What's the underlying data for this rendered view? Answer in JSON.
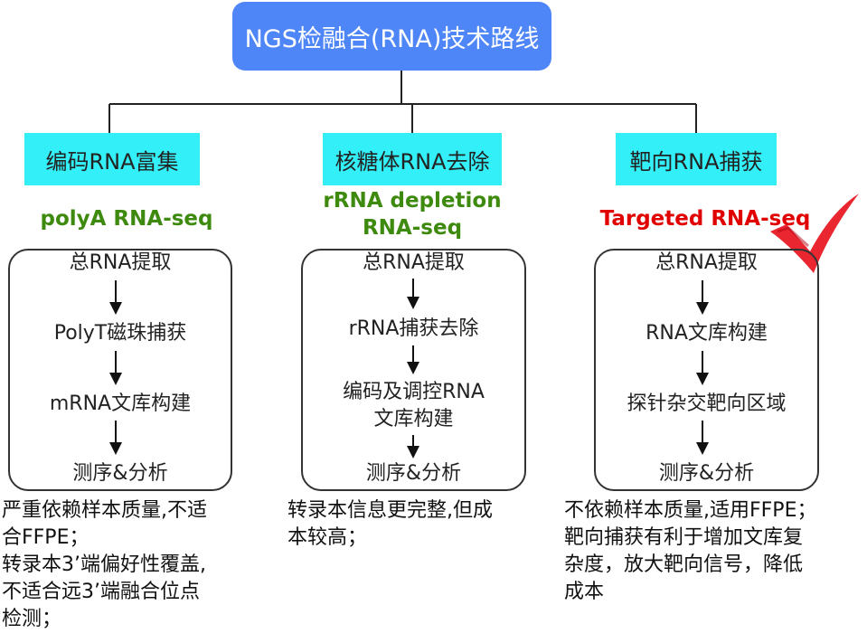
{
  "root": {
    "title": "NGS检融合(RNA)技术路线"
  },
  "categories": [
    {
      "label": "编码RNA富集"
    },
    {
      "label": "核糖体RNA去除"
    },
    {
      "label": "靶向RNA捕获"
    }
  ],
  "methods": [
    {
      "line1": "polyA RNA-seq",
      "line2": ""
    },
    {
      "line1": "rRNA depletion",
      "line2": "RNA-seq"
    },
    {
      "line1": "Targeted RNA-seq",
      "line2": ""
    }
  ],
  "flows": [
    {
      "steps": [
        "总RNA提取",
        "PolyT磁珠捕获",
        "mRNA文库构建",
        "测序&分析"
      ]
    },
    {
      "steps": [
        "总RNA提取",
        "rRNA捕获去除",
        "编码及调控RNA",
        "文库构建",
        "测序&分析"
      ]
    },
    {
      "steps": [
        "总RNA提取",
        "RNA文库构建",
        "探针杂交靶向区域",
        "测序&分析"
      ]
    }
  ],
  "notes": [
    {
      "lines": [
        "严重依赖样本质量,不适",
        "合FFPE；",
        "转录本3’端偏好性覆盖,",
        "不适合远3’端融合位点",
        "检测；"
      ]
    },
    {
      "lines": [
        "转录本信息更完整,但成",
        "本较高；"
      ]
    },
    {
      "lines": [
        "不依赖样本质量,适用FFPE；",
        "靶向捕获有利于增加文库复",
        "杂度，放大靶向信号，降低",
        "成本"
      ]
    }
  ],
  "colors": {
    "root_bg": "#4f86f7",
    "category_bg": "#33f0f8",
    "method_green": "#3e8a0e",
    "method_red": "#e00000",
    "checkmark": "#e8141e"
  },
  "icons": {
    "recommended": "checkmark-icon"
  }
}
